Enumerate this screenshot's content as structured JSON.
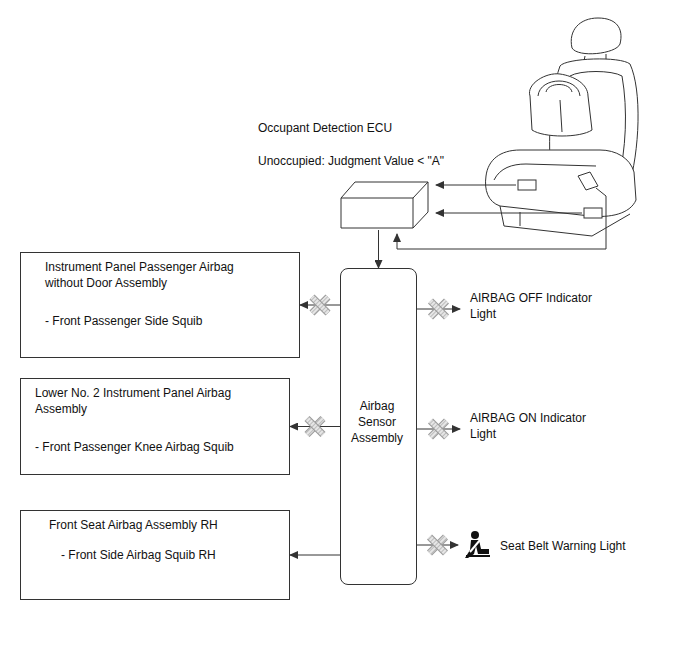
{
  "diagram": {
    "nodes": [
      {
        "text": [
          "Occupant Detection ECU",
          "Unoccupied: Judgment Value < \"A\""
        ]
      },
      {
        "text": [
          "Instrument Panel Passenger Airbag without Door Assembly",
          "- Front Passenger Side Squib"
        ]
      },
      {
        "text": [
          "Lower No. 2 Instrument Panel Airbag Assembly",
          "- Front Passenger Knee Airbag Squib"
        ]
      },
      {
        "text": [
          "Front Seat Airbag Assembly RH",
          "- Front Side Airbag Squib RH"
        ]
      },
      {
        "text": [
          "Airbag Sensor Assembly"
        ]
      },
      {
        "text": [
          "AIRBAG OFF Indicator Light"
        ]
      },
      {
        "text": [
          "AIRBAG ON Indicator Light"
        ]
      },
      {
        "text": [
          "Seat Belt Warning Light"
        ]
      }
    ],
    "edges": [
      {
        "from": 0,
        "to": 4,
        "arrow": "to"
      },
      {
        "from": 4,
        "to": 1,
        "arrow": "to"
      },
      {
        "from": 4,
        "to": 2,
        "arrow": "to"
      },
      {
        "from": 4,
        "to": 3,
        "arrow": "to"
      },
      {
        "from": 4,
        "to": 5,
        "arrow": "to"
      },
      {
        "from": 4,
        "to": 6,
        "arrow": "to"
      },
      {
        "from": 4,
        "to": 7,
        "arrow": "to"
      }
    ]
  }
}
